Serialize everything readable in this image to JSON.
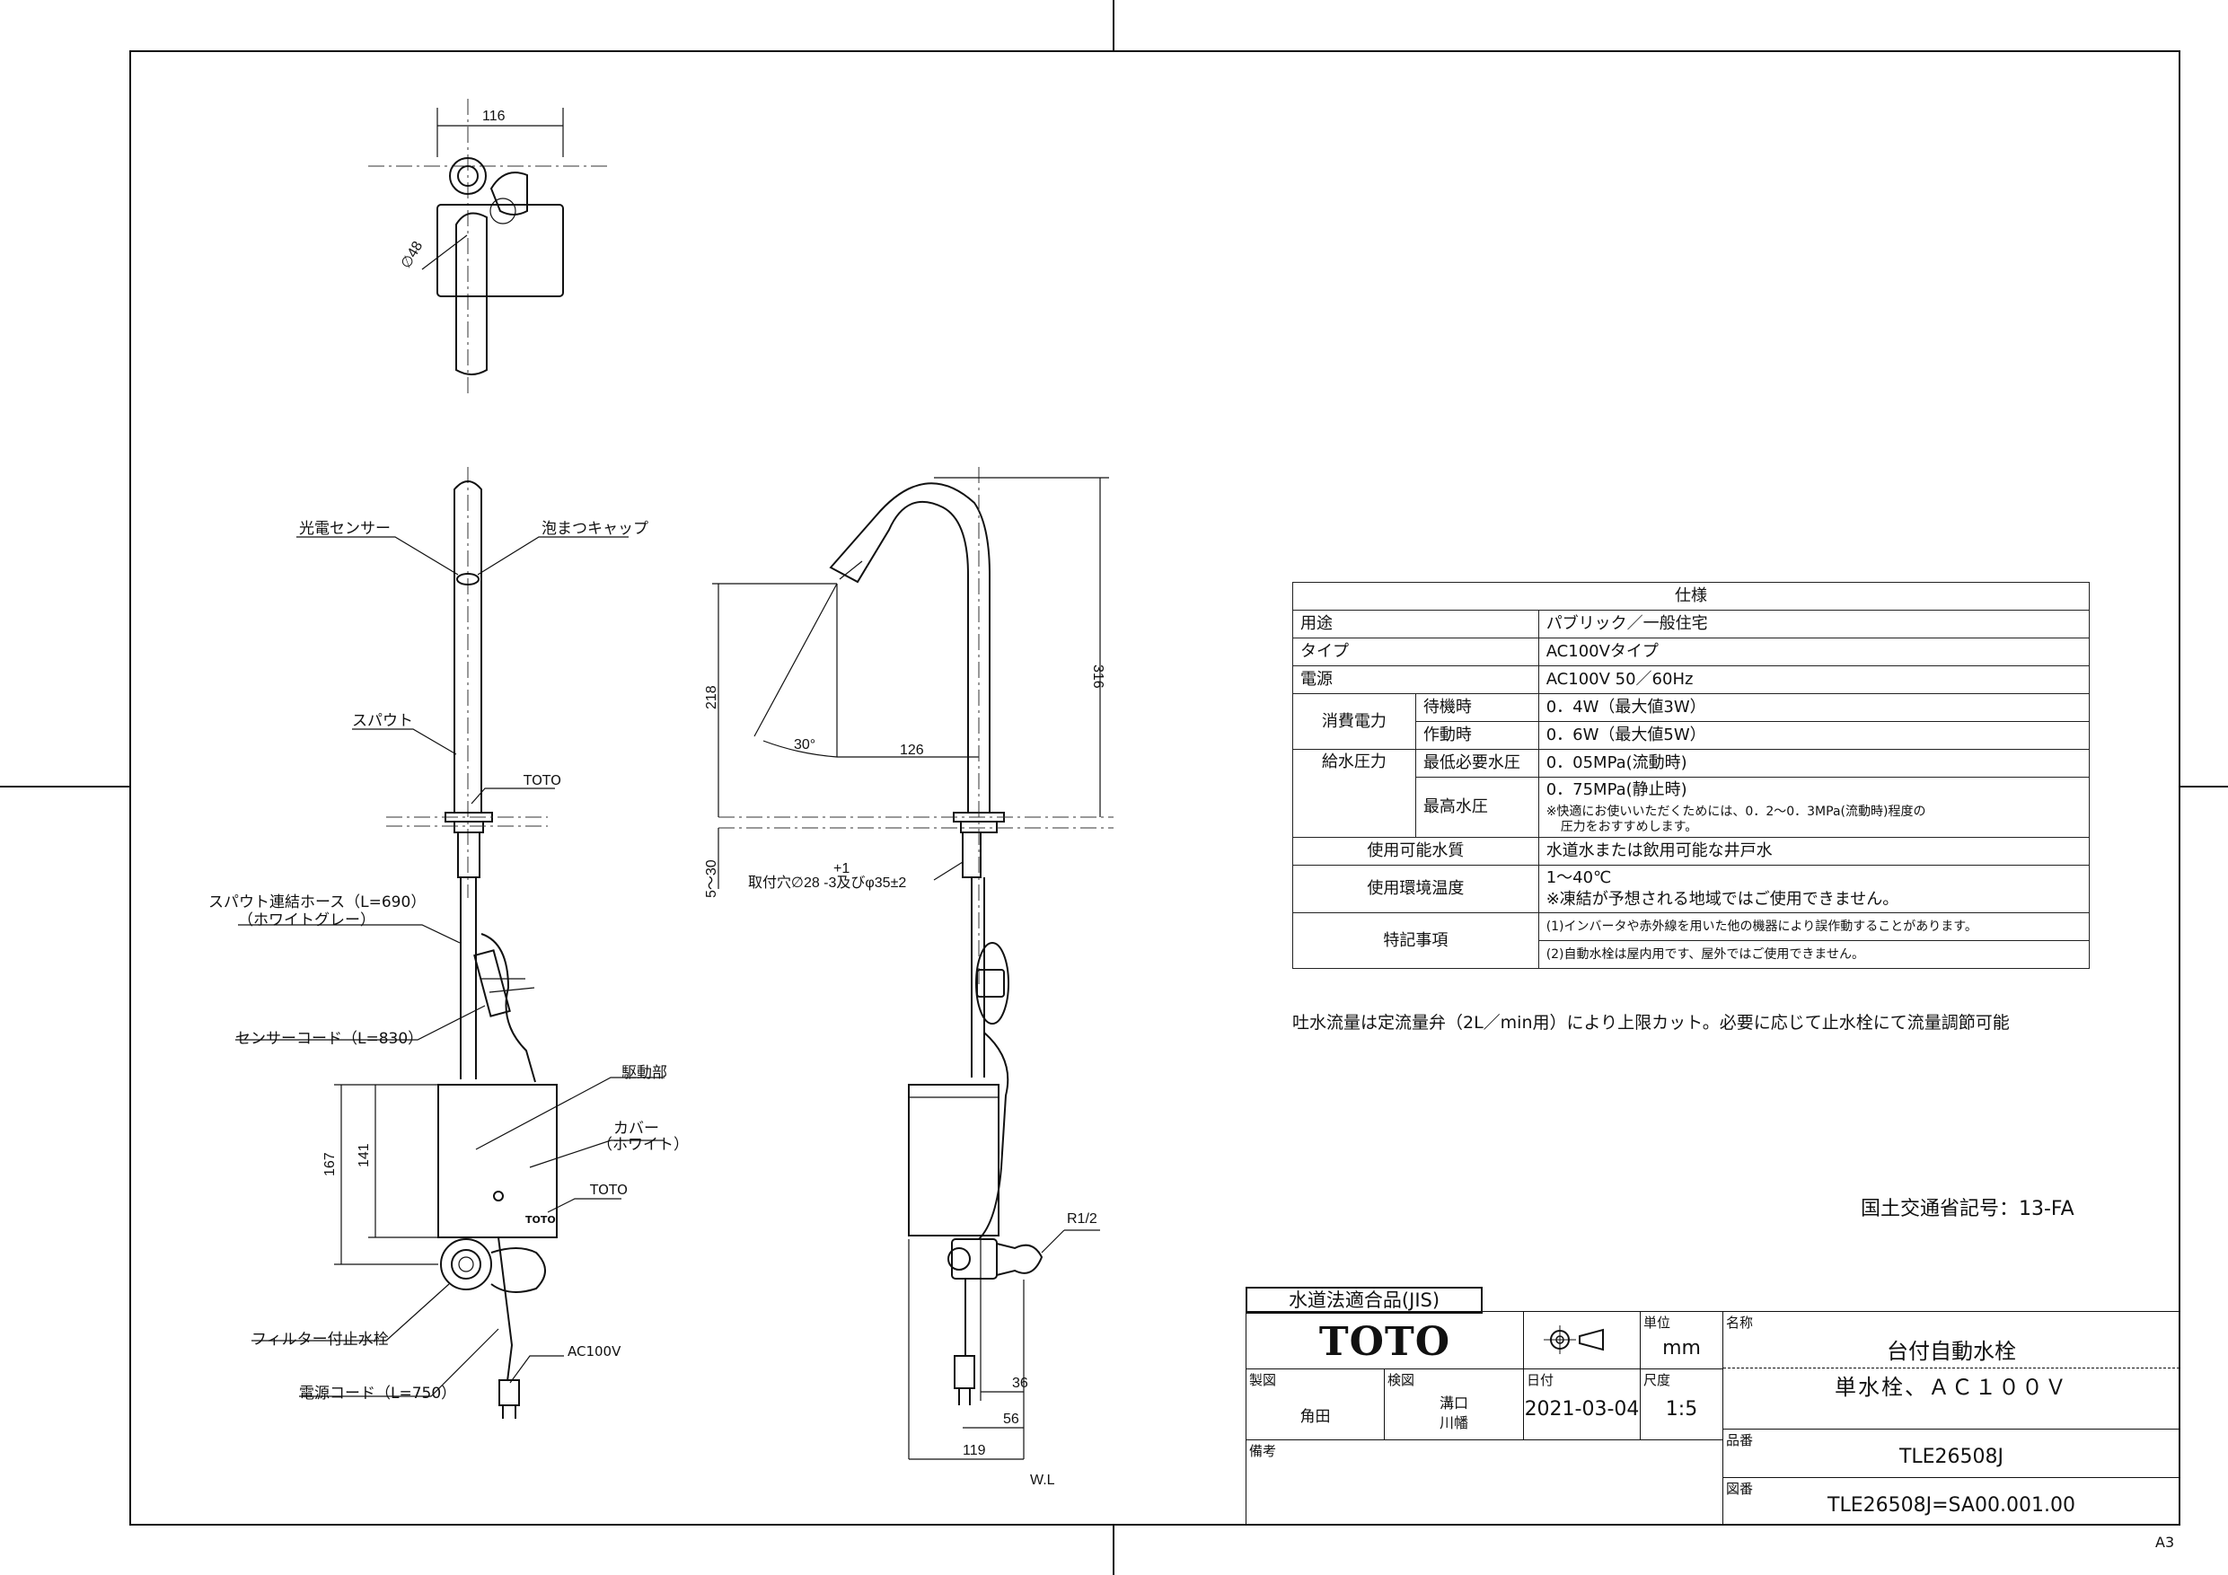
{
  "sheet": {
    "size_mark": "A3"
  },
  "top_view": {
    "width_dim": "116",
    "diameter_dim": "∅48"
  },
  "front_view": {
    "labels": {
      "photo_sensor": "光電センサー",
      "aerator_cap": "泡まつキャップ",
      "spout": "スパウト",
      "toto_spout": "TOTO",
      "spout_hose": "スパウト連結ホース（L=690）",
      "spout_hose_color": "（ホワイトグレー）",
      "sensor_cord": "センサーコード（L=830）",
      "drive_unit": "駆動部",
      "cover": "カバー",
      "cover_color": "（ホワイト）",
      "toto_box": "TOTO",
      "filter_valve": "フィルター付止水栓",
      "power_voltage": "AC100V",
      "power_cord": "電源コード（L=750）"
    },
    "dims": {
      "box_outer": "167",
      "box_inner": "141"
    }
  },
  "side_view": {
    "dims": {
      "total_height": "316",
      "spout_height": "218",
      "reach": "126",
      "angle": "30°",
      "counter_thickness": "5～30",
      "mount_hole_sup": "+1",
      "mount_hole": "取付穴∅28  -3及びφ35±2",
      "pipe_thread": "R1/2",
      "d36": "36",
      "d56": "56",
      "d119": "119",
      "wall_line": "W.L"
    }
  },
  "spec_table": {
    "title": "仕様",
    "rows": {
      "use_label": "用途",
      "use": "パブリック／一般住宅",
      "type_label": "タイプ",
      "type": "AC100Vタイプ",
      "power_label": "電源",
      "power": "AC100V 50／60Hz",
      "consumption_label": "消費電力",
      "standby_label": "待機時",
      "standby": "0．4W（最大値3W）",
      "operating_label": "作動時",
      "operating": "0．6W（最大値5W）",
      "pressure_label": "給水圧力",
      "min_pressure_label": "最低必要水圧",
      "min_pressure": "0．05MPa(流動時)",
      "max_pressure_label": "最高水圧",
      "max_pressure": "0．75MPa(静止時)",
      "pressure_note_1": "※快適にお使いいただくためには、0．2～0．3MPa(流動時)程度の",
      "pressure_note_2": "圧力をおすすめします。",
      "water_label": "使用可能水質",
      "water": "水道水または飲用可能な井戸水",
      "temp_label": "使用環境温度",
      "temp": "1～40℃",
      "temp_note": "※凍結が予想される地域ではご使用できません。",
      "notes_label": "特記事項",
      "note_1": "(1)インバータや赤外線を用いた他の機器により誤作動することがあります。",
      "note_2": "(2)自動水栓は屋内用です、屋外ではご使用できません。"
    }
  },
  "flow_note": "吐水流量は定流量弁（2L／min用）により上限カット。必要に応じて止水栓にて流量調節可能",
  "mlit_code": "国土交通省記号：13-FA",
  "title_block": {
    "jis": "水道法適合品(JIS)",
    "logo": "TOTO",
    "unit_label": "単位",
    "unit": "mm",
    "name_label": "名称",
    "name_1": "台付自動水栓",
    "name_2": "単水栓、ＡＣ１００Ｖ",
    "drawn_label": "製図",
    "drawn": "角田",
    "checked_label": "検図",
    "checked_1": "溝口",
    "checked_2": "川幡",
    "date_label": "日付",
    "date": "2021-03-04",
    "scale_label": "尺度",
    "scale": "1:5",
    "part_label": "品番",
    "part": "TLE26508J",
    "remarks_label": "備考",
    "drawing_label": "図番",
    "drawing": "TLE26508J=SA00.001.00"
  }
}
